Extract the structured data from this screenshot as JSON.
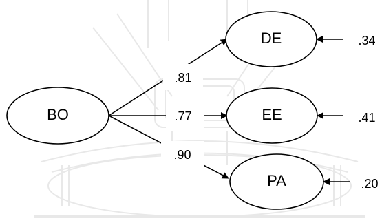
{
  "diagram": {
    "source_factor": {
      "label": "BO"
    },
    "indicators": [
      {
        "label": "DE",
        "loading": ".81",
        "residual": ".34"
      },
      {
        "label": "EE",
        "loading": ".77",
        "residual": ".41"
      },
      {
        "label": "PA",
        "loading": ".90",
        "residual": ".20"
      }
    ],
    "colors": {
      "stroke": "#000000",
      "text": "#000000",
      "watermark": "#b9b9b9"
    }
  }
}
